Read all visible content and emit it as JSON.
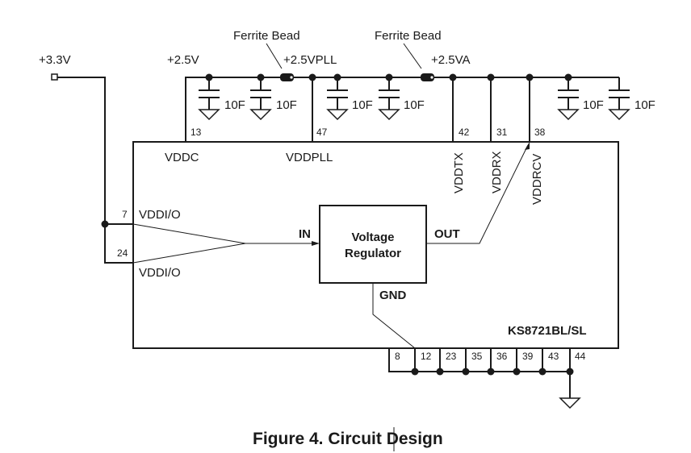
{
  "rails": {
    "v33": "+3.3V",
    "v25": "+2.5V",
    "v25pll": "+2.5VPLL",
    "v25a": "+2.5VA"
  },
  "ferrite_beads": [
    "Ferrite Bead",
    "Ferrite Bead"
  ],
  "capacitors": [
    "10F",
    "10F",
    "10F",
    "10F",
    "10F",
    "10F"
  ],
  "top_pins": [
    "13",
    "47",
    "42",
    "31",
    "38"
  ],
  "pin_names": {
    "vddc": "VDDC",
    "vddpll": "VDDPLL",
    "vddtx": "VDDTX",
    "vddrx": "VDDRX",
    "vddrcv": "VDDRCV",
    "vddio_1": "VDDI/O",
    "vddio_2": "VDDI/O"
  },
  "left_pins": [
    "7",
    "24"
  ],
  "regulator": {
    "title_line1": "Voltage",
    "title_line2": "Regulator",
    "in": "IN",
    "out": "OUT",
    "gnd": "GND"
  },
  "chip_name": "KS8721BL/SL",
  "bottom_pins": [
    "8",
    "12",
    "23",
    "35",
    "36",
    "39",
    "43",
    "44"
  ],
  "caption": "Figure 4. Circuit Design",
  "colors": {
    "ink": "#1a1a1a",
    "background": "#ffffff"
  }
}
